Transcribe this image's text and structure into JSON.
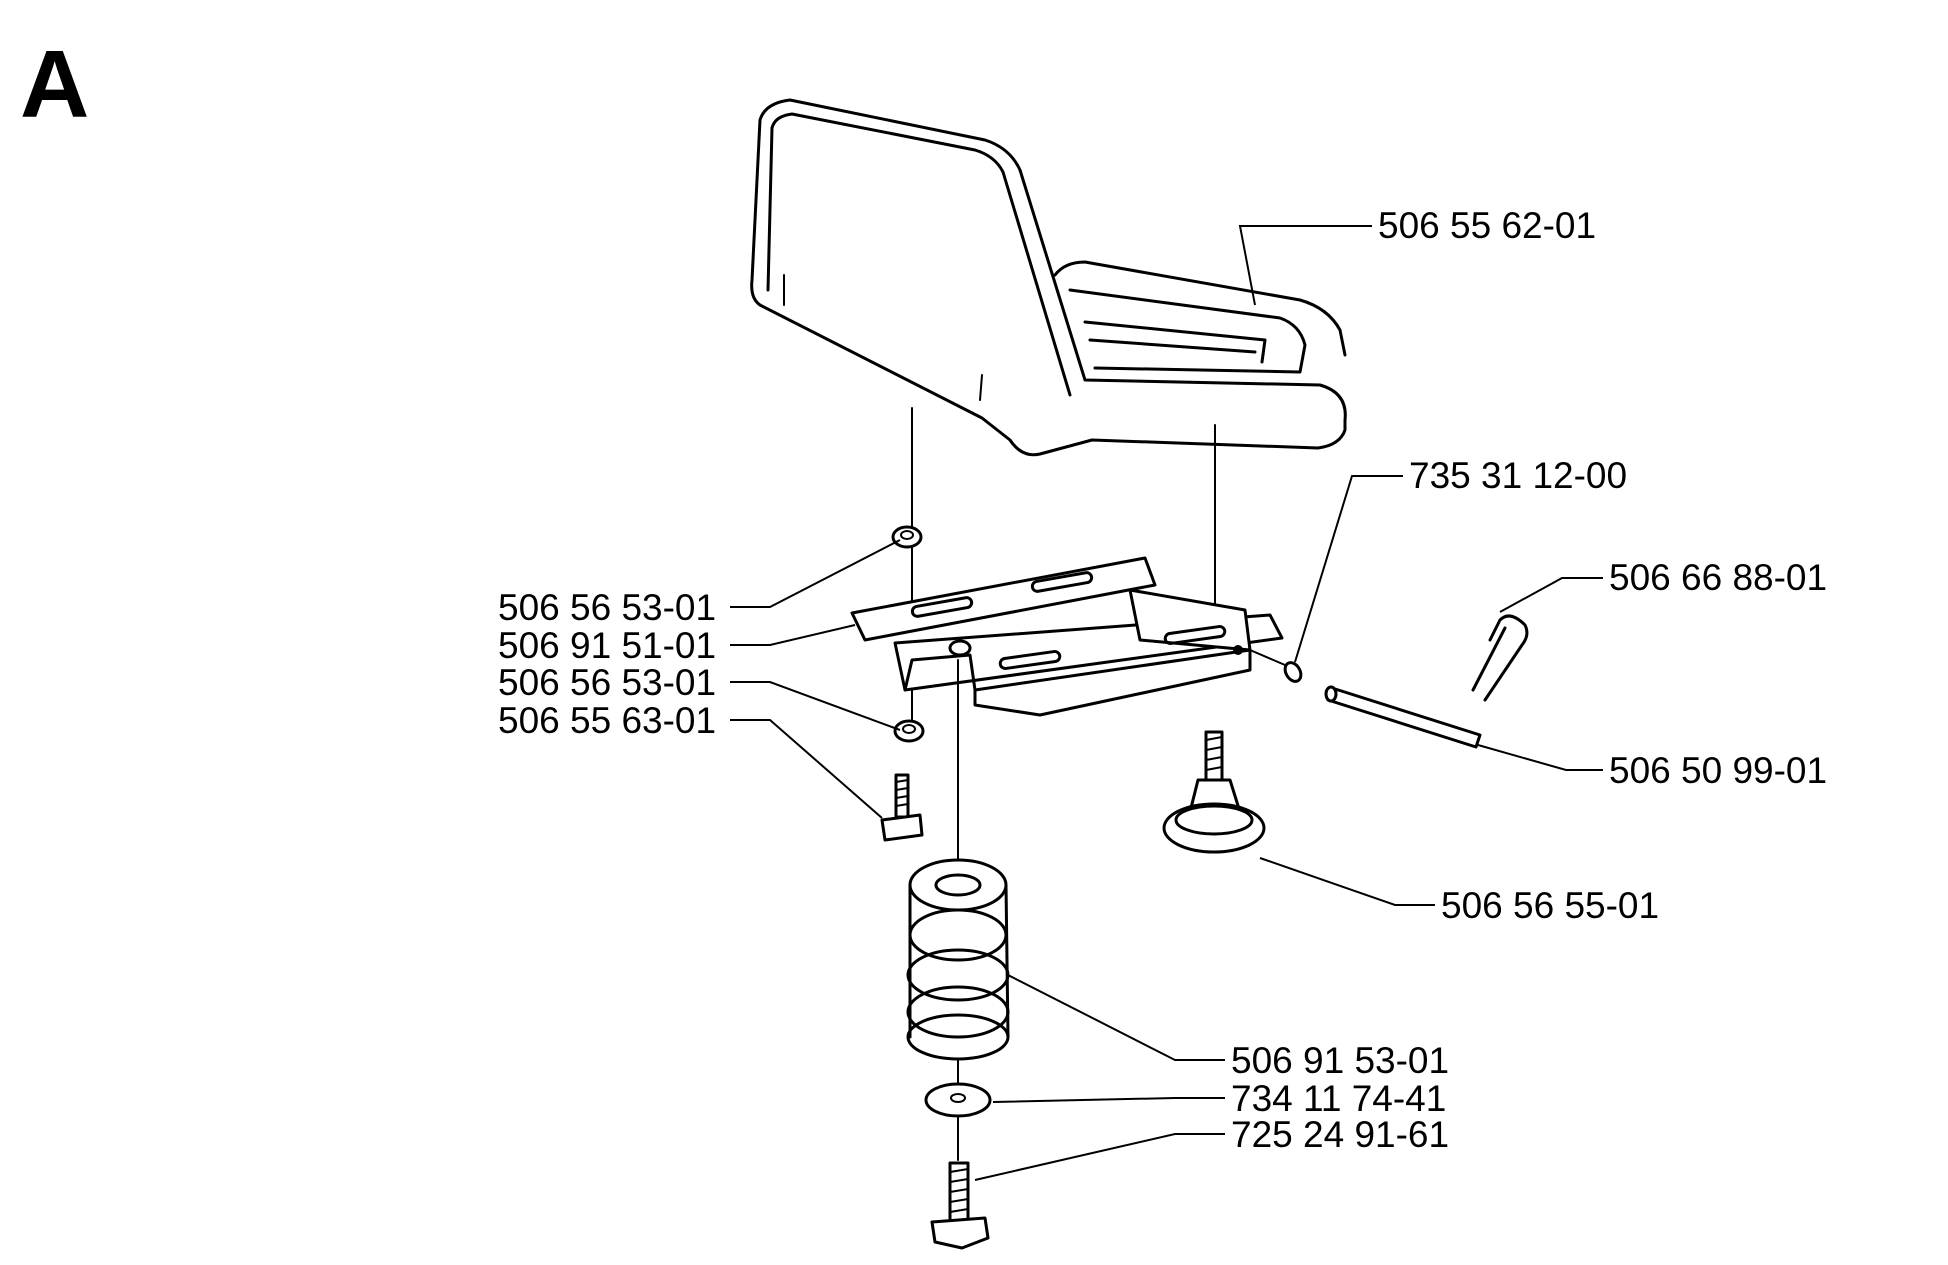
{
  "section_label": "A",
  "callouts": {
    "seat": "506 55 62-01",
    "clip": "735 31 12-00",
    "hair_pin": "506 66 88-01",
    "nut_top": "506 56 53-01",
    "bracket": "506 91 51-01",
    "nut_lower": "506 56 53-01",
    "screw": "506 55 63-01",
    "pin": "506 50 99-01",
    "knob": "506 56 55-01",
    "spring": "506 91 53-01",
    "washer": "734 11 74-41",
    "bolt": "725 24 91-61"
  }
}
